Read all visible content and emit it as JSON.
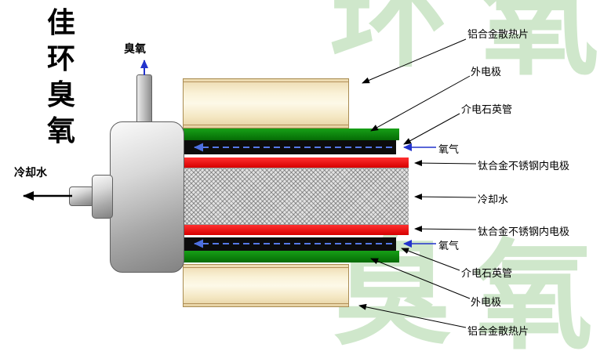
{
  "title": {
    "text": "佳环臭氧",
    "chars": [
      "佳",
      "环",
      "臭",
      "氧"
    ]
  },
  "watermark": {
    "color": "#cfe7cb",
    "chars": [
      "环",
      "氧",
      "臭",
      "氧"
    ]
  },
  "left_assembly": {
    "ozone_outlet_label": "臭氧",
    "cooling_water_label": "冷却水"
  },
  "right_labels": [
    {
      "text": "铝合金散热片"
    },
    {
      "text": "外电极"
    },
    {
      "text": "介电石英管"
    },
    {
      "text": "氧气"
    },
    {
      "text": "钛合金不锈钢内电极"
    },
    {
      "text": "冷却水"
    },
    {
      "text": "钛合金不锈钢内电极"
    },
    {
      "text": "氧气"
    },
    {
      "text": "介电石英管"
    },
    {
      "text": "外电极"
    },
    {
      "text": "铝合金散热片"
    }
  ],
  "colors": {
    "outer_electrode_green": "#0a8a0a",
    "dielectric_quartz_black": "#0c0c0c",
    "inner_electrode_red": "#e80505",
    "heatsink_cream": "#f5e8c4",
    "oxygen_flow_blue": "#2233cc",
    "watermark_green": "#cfe7cb"
  }
}
